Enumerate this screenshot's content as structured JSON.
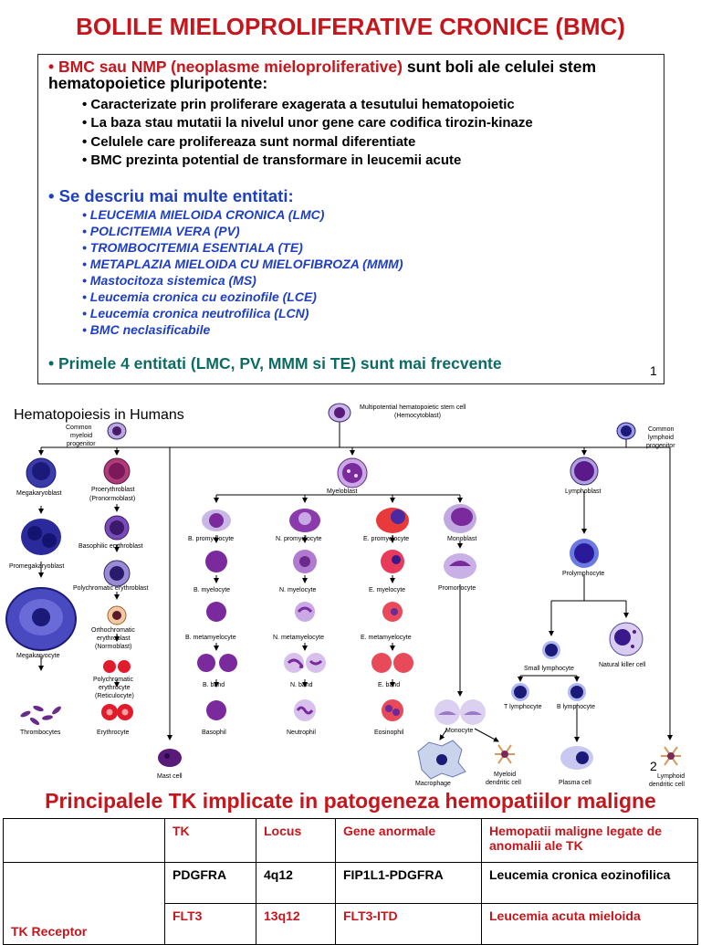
{
  "slide": {
    "title": "BOLILE MIELOPROLIFERATIVE CRONICE (BMC)",
    "intro_red": "• BMC sau NMP (neoplasme mieloproliferative)",
    "intro_rest": "sunt boli ale celulei stem",
    "intro_line2": "hematopoietice pluripotente:",
    "bullets": [
      "• Caracterizate prin proliferare exagerata a tesutului hematopoietic",
      "• La baza stau mutatii la nivelul unor gene care codifica tirozin-kinaze",
      "• Celulele care prolifereaza sunt normal diferentiate",
      "• BMC prezinta potential de transformare in leucemii acute"
    ],
    "entities_heading": "• Se descriu mai multe entitati:",
    "entities": [
      "• LEUCEMIA MIELOIDA CRONICA (LMC)",
      "• POLICITEMIA VERA (PV)",
      "• TROMBOCITEMIA ESENTIALA (TE)",
      "• METAPLAZIA MIELOIDA CU MIELOFIBROZA (MMM)",
      "• Mastocitoza sistemica (MS)",
      "• Leucemia cronica cu eozinofile (LCE)",
      "• Leucemia cronica neutrofilica (LCN)",
      "• BMC neclasificabile"
    ],
    "frequent": "• Primele 4 entitati (LMC, PV, MMM si TE) sunt mai frecvente",
    "page1": "1"
  },
  "diagram": {
    "title": "Hematopoiesis in Humans",
    "stem_l1": "Multipotential hematopoietic stem cell",
    "stem_l2": "(Hemocytoblast)",
    "cmp_l1": "Common",
    "cmp_l2": "myeloid",
    "cmp_l3": "progenitor",
    "clp_l1": "Common",
    "clp_l2": "lymphoid",
    "clp_l3": "progenitor",
    "megakaryoblast": "Megakaryoblast",
    "proerythroblast": "Proerythroblast",
    "pronormoblast": "(Pronormoblast)",
    "promegakaryoblast": "Promegakaryoblast",
    "basophilic_erythroblast": "Basophilic erythroblast",
    "polychromatic_erythroblast": "Polychromatic erythroblast",
    "megakaryocyte": "Megakaryocyte",
    "ortho_l1": "Orthochromatic",
    "ortho_l2": "erythroblast",
    "ortho_l3": "(Normoblast)",
    "poly_l1": "Polychromatic",
    "poly_l2": "erythrocyte",
    "poly_l3": "(Reticulocyte)",
    "thrombocytes": "Thrombocytes",
    "erythrocyte": "Erythrocyte",
    "mast_cell": "Mast cell",
    "myeloblast": "Myeloblast",
    "b_promyelocyte": "B. promyelocyte",
    "n_promyelocyte": "N. promyelocyte",
    "e_promyelocyte": "E. promyelocyte",
    "monoblast": "Monoblast",
    "b_myelocyte": "B. myelocyte",
    "n_myelocyte": "N. myelocyte",
    "e_myelocyte": "E. myelocyte",
    "promonocyte": "Promonocyte",
    "b_metamyelocyte": "B. metamyelocyte",
    "n_metamyelocyte": "N. metamyelocyte",
    "e_metamyelocyte": "E. metamyelocyte",
    "b_band": "B. band",
    "n_band": "N. band",
    "e_band": "E. band",
    "basophil": "Basophil",
    "neutrophil": "Neutrophil",
    "eosinophil": "Eosinophil",
    "monocyte": "Monocyte",
    "macrophage": "Macrophage",
    "myeloid_dc_l1": "Myeloid",
    "myeloid_dc_l2": "dendritic cell",
    "lymphoblast": "Lymphoblast",
    "prolymphocyte": "Prolymphocyte",
    "small_lymphocyte": "Small lymphocyte",
    "nk_cell": "Natural killer cell",
    "t_lymphocyte": "T lymphocyte",
    "b_lymphocyte": "B lymphocyte",
    "plasma_cell": "Plasma cell",
    "lymphoid_dc_l1": "Lymphoid",
    "lymphoid_dc_l2": "dendritic cell",
    "page2": "2"
  },
  "section": {
    "title": "Principalele TK implicate in patogeneza hemopatiilor maligne"
  },
  "table": {
    "headers": [
      "TK",
      "Locus",
      "Gene anormale",
      "Hemopatii maligne legate de anomalii ale TK"
    ],
    "group_label": "TK Receptor",
    "rows": [
      [
        "PDGFRA",
        "4q12",
        "FIP1L1-PDGFRA",
        "Leucemia cronica eozinofilica"
      ],
      [
        "FLT3",
        "13q12",
        "FLT3-ITD",
        "Leucemia acuta mieloida"
      ]
    ]
  },
  "colors": {
    "title_red": "#c4161c",
    "entity_blue": "#1f3fc2",
    "teal": "#0d6b63",
    "cell_purple": "#7a2a9c",
    "cell_navy": "#1c1a78",
    "rbc_red": "#e21b2c"
  }
}
